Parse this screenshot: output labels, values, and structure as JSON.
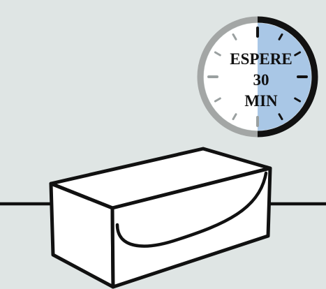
{
  "timer": {
    "line1": "ESPERE",
    "line2": "30",
    "line3": "MIN",
    "elapsed_fraction": 0.5
  },
  "colors": {
    "background": "#dfe5e4",
    "stroke": "#111111",
    "box_fill": "#ffffff",
    "timer_ring_gray": "#a3a6a5",
    "timer_ring_black": "#111111",
    "timer_face": "#ffffff",
    "timer_elapsed": "#a9c7e6",
    "tick": "#111111",
    "tick_light": "#9aa0a0"
  },
  "icons": [
    "stopwatch-icon",
    "box-icon"
  ]
}
